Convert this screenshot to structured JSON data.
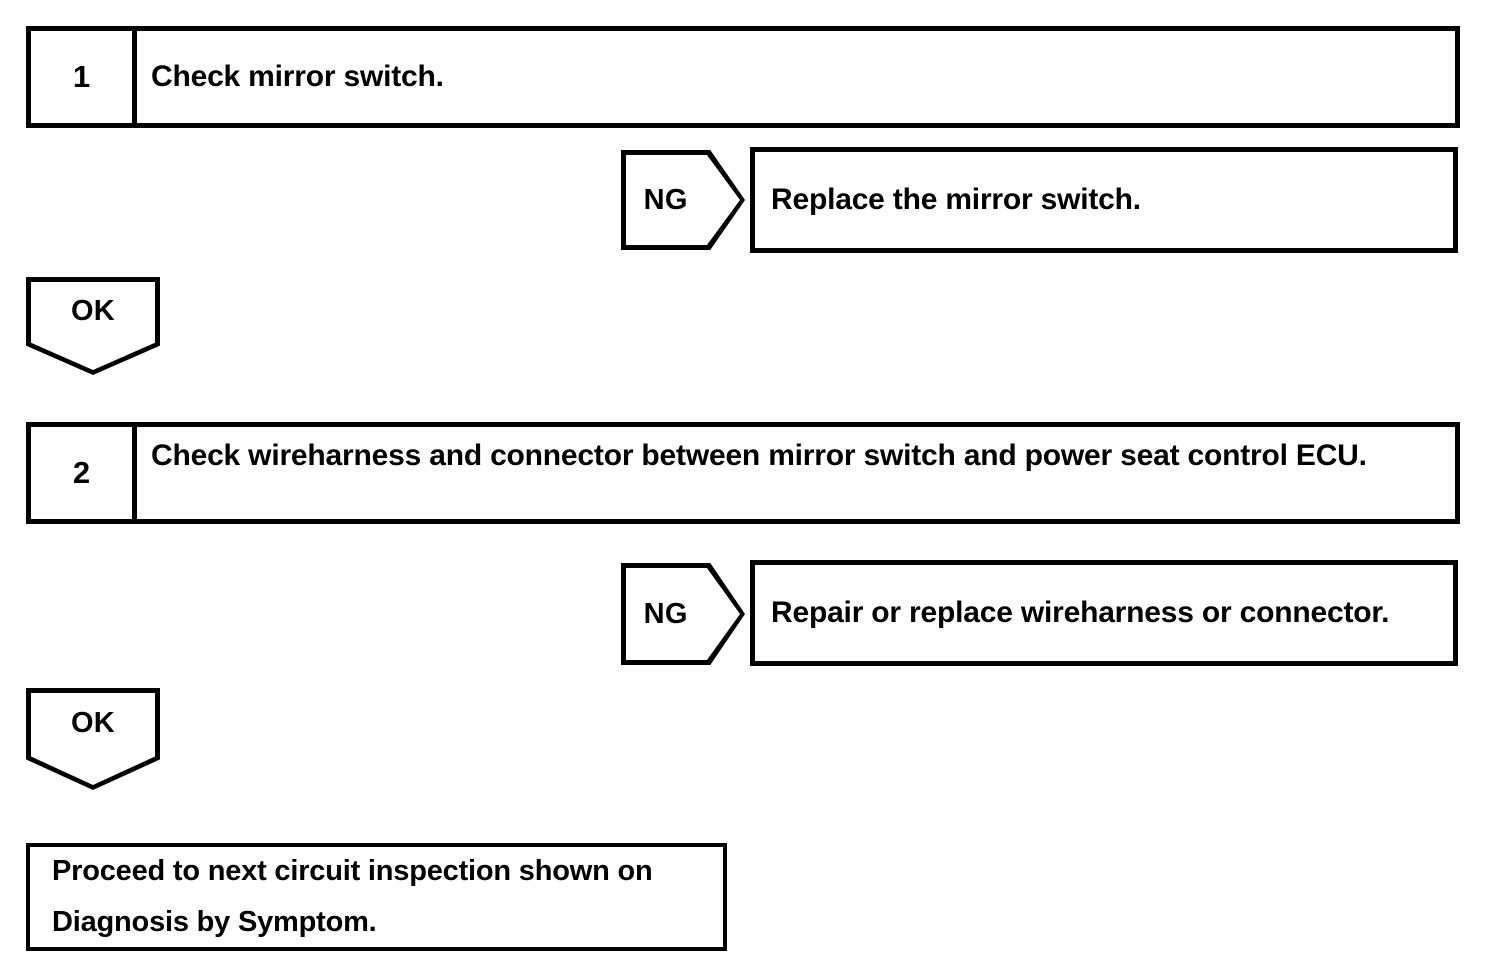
{
  "document": {
    "type": "troubleshooting-flowchart",
    "background_color": "#ffffff",
    "line_color": "#000000"
  },
  "flow": {
    "step1": {
      "number": "1",
      "instruction": "Check mirror switch.",
      "ng_branch": {
        "result_label": "NG",
        "action": "Replace the mirror switch."
      },
      "ok_branch": {
        "result_label": "OK"
      }
    },
    "step2": {
      "number": "2",
      "instruction": "Check wireharness and connector between mirror switch and power seat control ECU.",
      "ng_branch": {
        "result_label": "NG",
        "action": "Repair or replace wireharness or connector."
      },
      "ok_branch": {
        "result_label": "OK"
      }
    },
    "terminal": {
      "line1": "Proceed to next circuit inspection shown on",
      "line2": "Diagnosis by Symptom."
    }
  }
}
